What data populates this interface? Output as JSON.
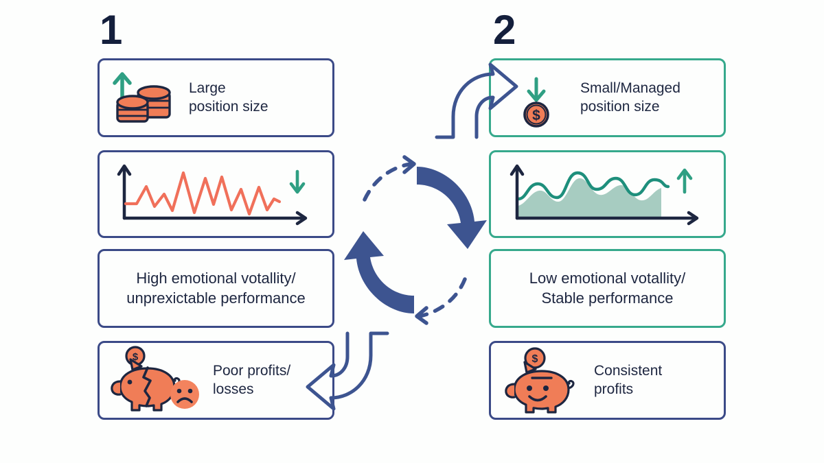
{
  "theme": {
    "background": "#fdfefd",
    "navy": "#3b4a87",
    "navy_dark": "#1d2640",
    "teal": "#36a98c",
    "teal_dark": "#1e8f7c",
    "teal_fill": "#a7ccc1",
    "coral": "#f07d57",
    "coral_light": "#f3835e",
    "cycle_blue": "#3d5490"
  },
  "columns": {
    "left": {
      "number": "1",
      "accent": "#3b4a87"
    },
    "right": {
      "number": "2",
      "accent": "#36a98c"
    }
  },
  "cards": {
    "left": [
      {
        "id": "large-position-size",
        "label": "Large\nposition size",
        "icon": "coin-stack-up-icon",
        "border": "navy"
      },
      {
        "id": "volatile-chart",
        "label": "",
        "icon": "volatile-line-chart-icon",
        "border": "navy"
      },
      {
        "id": "high-emotional-volatility",
        "label": "High emotional votallity/\nunprexictable performance",
        "icon": "none",
        "border": "navy"
      },
      {
        "id": "poor-profits-losses",
        "label": "Poor profits/\nlosses",
        "icon": "broken-piggy-bank-sad-icon",
        "border": "navy"
      }
    ],
    "right": [
      {
        "id": "small-managed-position-size",
        "label": "Small/Managed\nposition size",
        "icon": "coin-down-icon",
        "border": "teal"
      },
      {
        "id": "stable-chart",
        "label": "",
        "icon": "smooth-area-chart-icon",
        "border": "teal"
      },
      {
        "id": "low-emotional-volatility",
        "label": "Low emotional votallity/\nStable performance",
        "icon": "none",
        "border": "teal"
      },
      {
        "id": "consistent-profits",
        "label": "Consistent\nprofits",
        "icon": "happy-piggy-bank-icon",
        "border": "navy"
      }
    ]
  },
  "connectors": {
    "cycle": {
      "name": "cycle-arrows",
      "description": "two solid curved arrows and two dashed arrows forming a clockwise loop"
    },
    "top": {
      "name": "curved-arrow-to-step-2",
      "direction": "right"
    },
    "bottom": {
      "name": "curved-arrow-to-poor-profits",
      "direction": "left"
    }
  }
}
